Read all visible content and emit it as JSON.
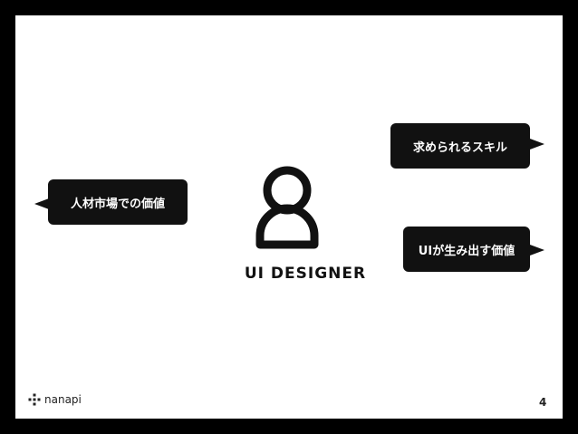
{
  "bubbles": {
    "top_right": "求められるスキル",
    "left": "人材市場での価値",
    "bottom_right": "UIが生み出す価値"
  },
  "center": {
    "label": "UI DESIGNER",
    "icon": "person-icon"
  },
  "footer": {
    "brand": "nanapi",
    "brand_icon": "nanapi-logo-icon",
    "page_number": "4"
  },
  "colors": {
    "frame": "#000000",
    "slide": "#ffffff",
    "bubble": "#111111"
  }
}
